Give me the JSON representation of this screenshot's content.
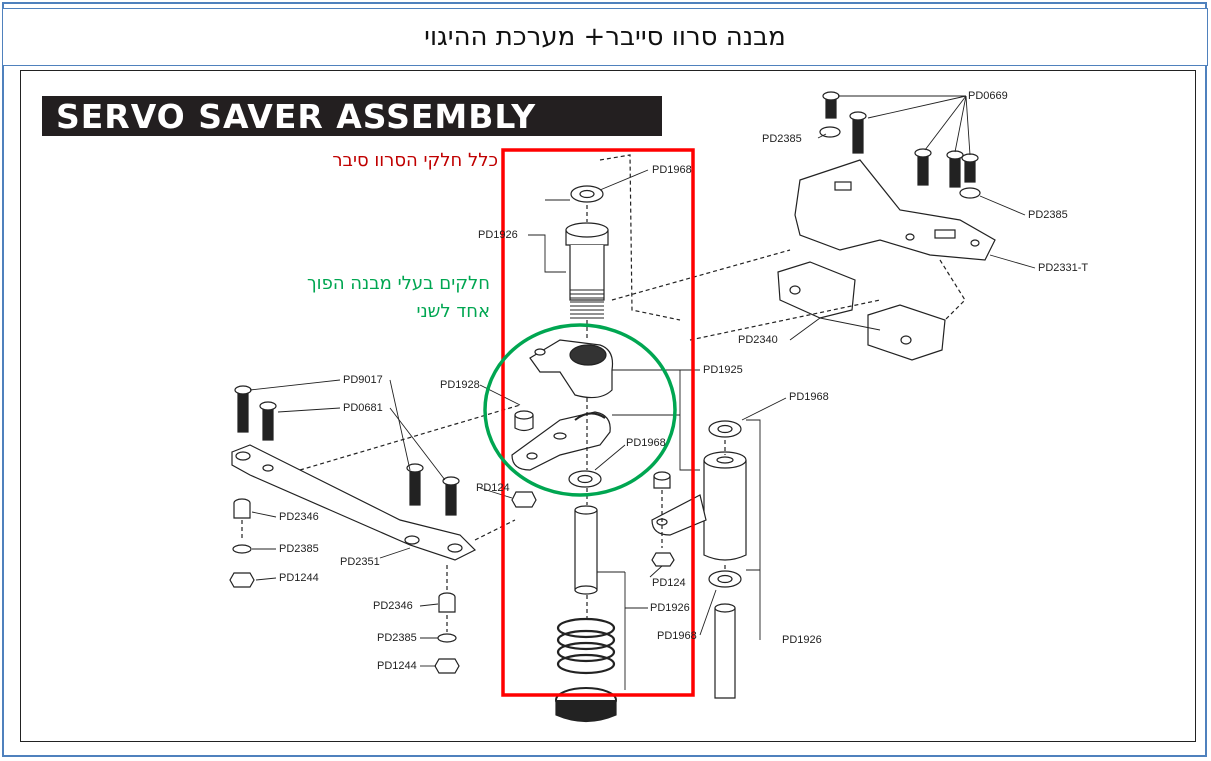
{
  "title": "מבנה סרוו סייבר+ מערכת ההיגוי",
  "banner": "SERVO SAVER ASSEMBLY",
  "annotations": {
    "red": "כלל חלקי הסרוו סיבר",
    "green_line1": "חלקים בעלי מבנה הפוך",
    "green_line2": "אחד לשני"
  },
  "colors": {
    "frame": "#4f81bd",
    "highlight_red": "#ff0000",
    "highlight_green": "#00a651",
    "banner_bg": "#231f20"
  },
  "parts": [
    {
      "label": "PD0669"
    },
    {
      "label": "PD2385"
    },
    {
      "label": "PD1968"
    },
    {
      "label": "PD2385"
    },
    {
      "label": "PD1926"
    },
    {
      "label": "PD2331-T"
    },
    {
      "label": "PD2340"
    },
    {
      "label": "PD1925"
    },
    {
      "label": "PD9017"
    },
    {
      "label": "PD1928"
    },
    {
      "label": "PD0681"
    },
    {
      "label": "PD1968"
    },
    {
      "label": "PD1968"
    },
    {
      "label": "PD124"
    },
    {
      "label": "PD2346"
    },
    {
      "label": "PD2385"
    },
    {
      "label": "PD2351"
    },
    {
      "label": "PD1244"
    },
    {
      "label": "PD124"
    },
    {
      "label": "PD1926"
    },
    {
      "label": "PD2346"
    },
    {
      "label": "PD1968"
    },
    {
      "label": "PD2385"
    },
    {
      "label": "PD1926"
    },
    {
      "label": "PD1244"
    }
  ]
}
